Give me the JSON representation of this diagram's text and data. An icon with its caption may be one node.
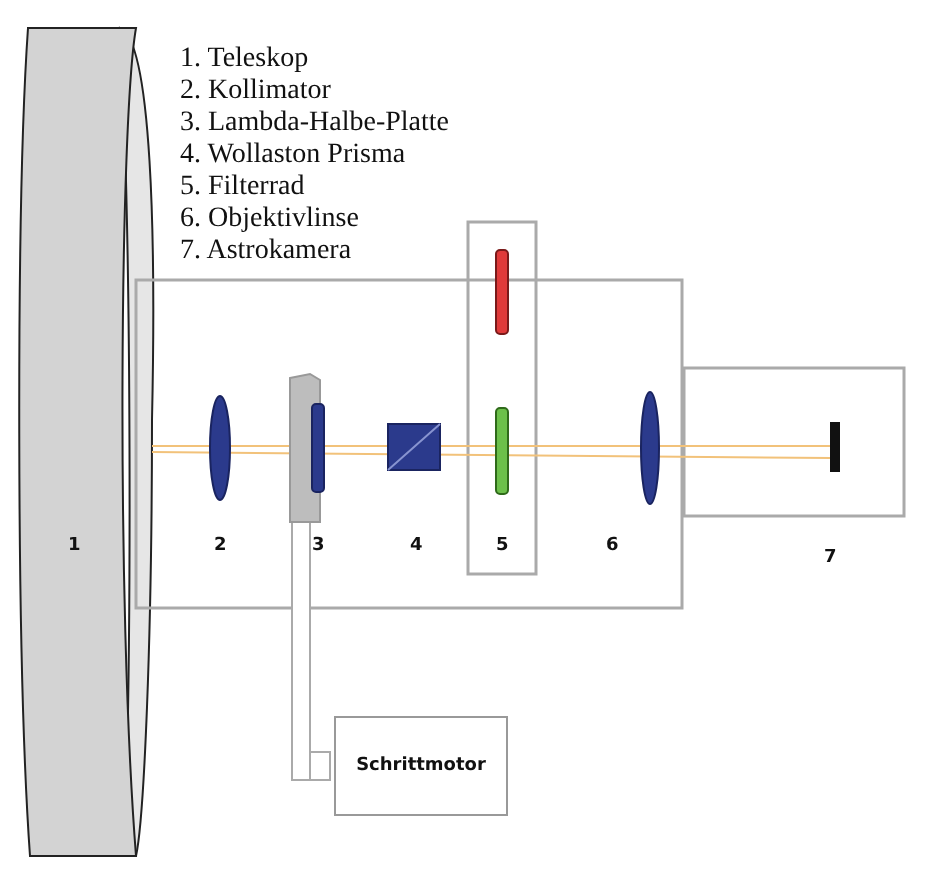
{
  "diagram": {
    "nodes": [
      {
        "text": [
          "Schrittmotor"
        ]
      }
    ],
    "edges": [],
    "labels": [
      "1. Teleskop",
      "2. Kollimator",
      "3. Lambda-Halbe-Platte",
      "4. Wollaston Prisma",
      "5. Filterrad",
      "6. Objektivlinse",
      "7. Astrokamera",
      "1",
      "2",
      "3",
      "4",
      "5",
      "6",
      "7"
    ]
  }
}
